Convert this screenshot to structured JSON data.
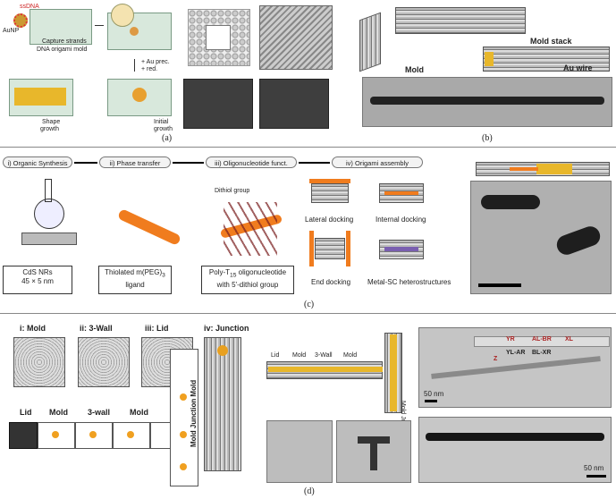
{
  "panel_a": {
    "ssdna": "ssDNA",
    "aunp": "AuNP",
    "capture": "Capture strands",
    "mold": "DNA origami mold",
    "step1": "+ Au prec.",
    "step2": "+ red.",
    "shape": "Shape",
    "shape2": "growth",
    "initial": "Initial",
    "initial2": "growth",
    "caption": "(a)"
  },
  "panel_b": {
    "mold": "Mold",
    "stack": "Mold stack",
    "wire": "Au wire",
    "caption": "(b)"
  },
  "panel_c": {
    "steps": [
      "i) Organic Synthesis",
      "ii) Phase transfer",
      "iii) Oligonucleotide funct.",
      "iv) Origami assembly"
    ],
    "cds": "CdS NRs",
    "cds_size": "45 × 5  nm",
    "thiol": "Thiolated m(PEG)",
    "thiol_sub": "3",
    "ligand": "ligand",
    "poly": "Poly-T",
    "poly_sub": "15",
    "poly_rest": " oligonucleotide",
    "poly2": "with 5'-dithiol group",
    "dithiol": "Dithiol group",
    "lateral": "Lateral docking",
    "internal": "Internal docking",
    "end": "End docking",
    "metal": "Metal-SC heterostructures",
    "caption": "(c)"
  },
  "panel_d": {
    "headers": [
      "i: Mold",
      "ii: 3-Wall",
      "iii: Lid",
      "iv: Junction"
    ],
    "row_labels": [
      "Lid",
      "Mold",
      "3-wall",
      "Mold"
    ],
    "vertical": "Mold Junction Mold",
    "t_labels": [
      "Lid",
      "Mold",
      "3-Wall",
      "Mold"
    ],
    "t_vertical": "Mold Junction Mold",
    "scale1": "50 nm",
    "scale2": "50 nm",
    "seq_labels": [
      "YR",
      "AL-BR",
      "XL",
      "YL-AR",
      "BL-XR",
      "Z"
    ],
    "caption": "(d)"
  }
}
